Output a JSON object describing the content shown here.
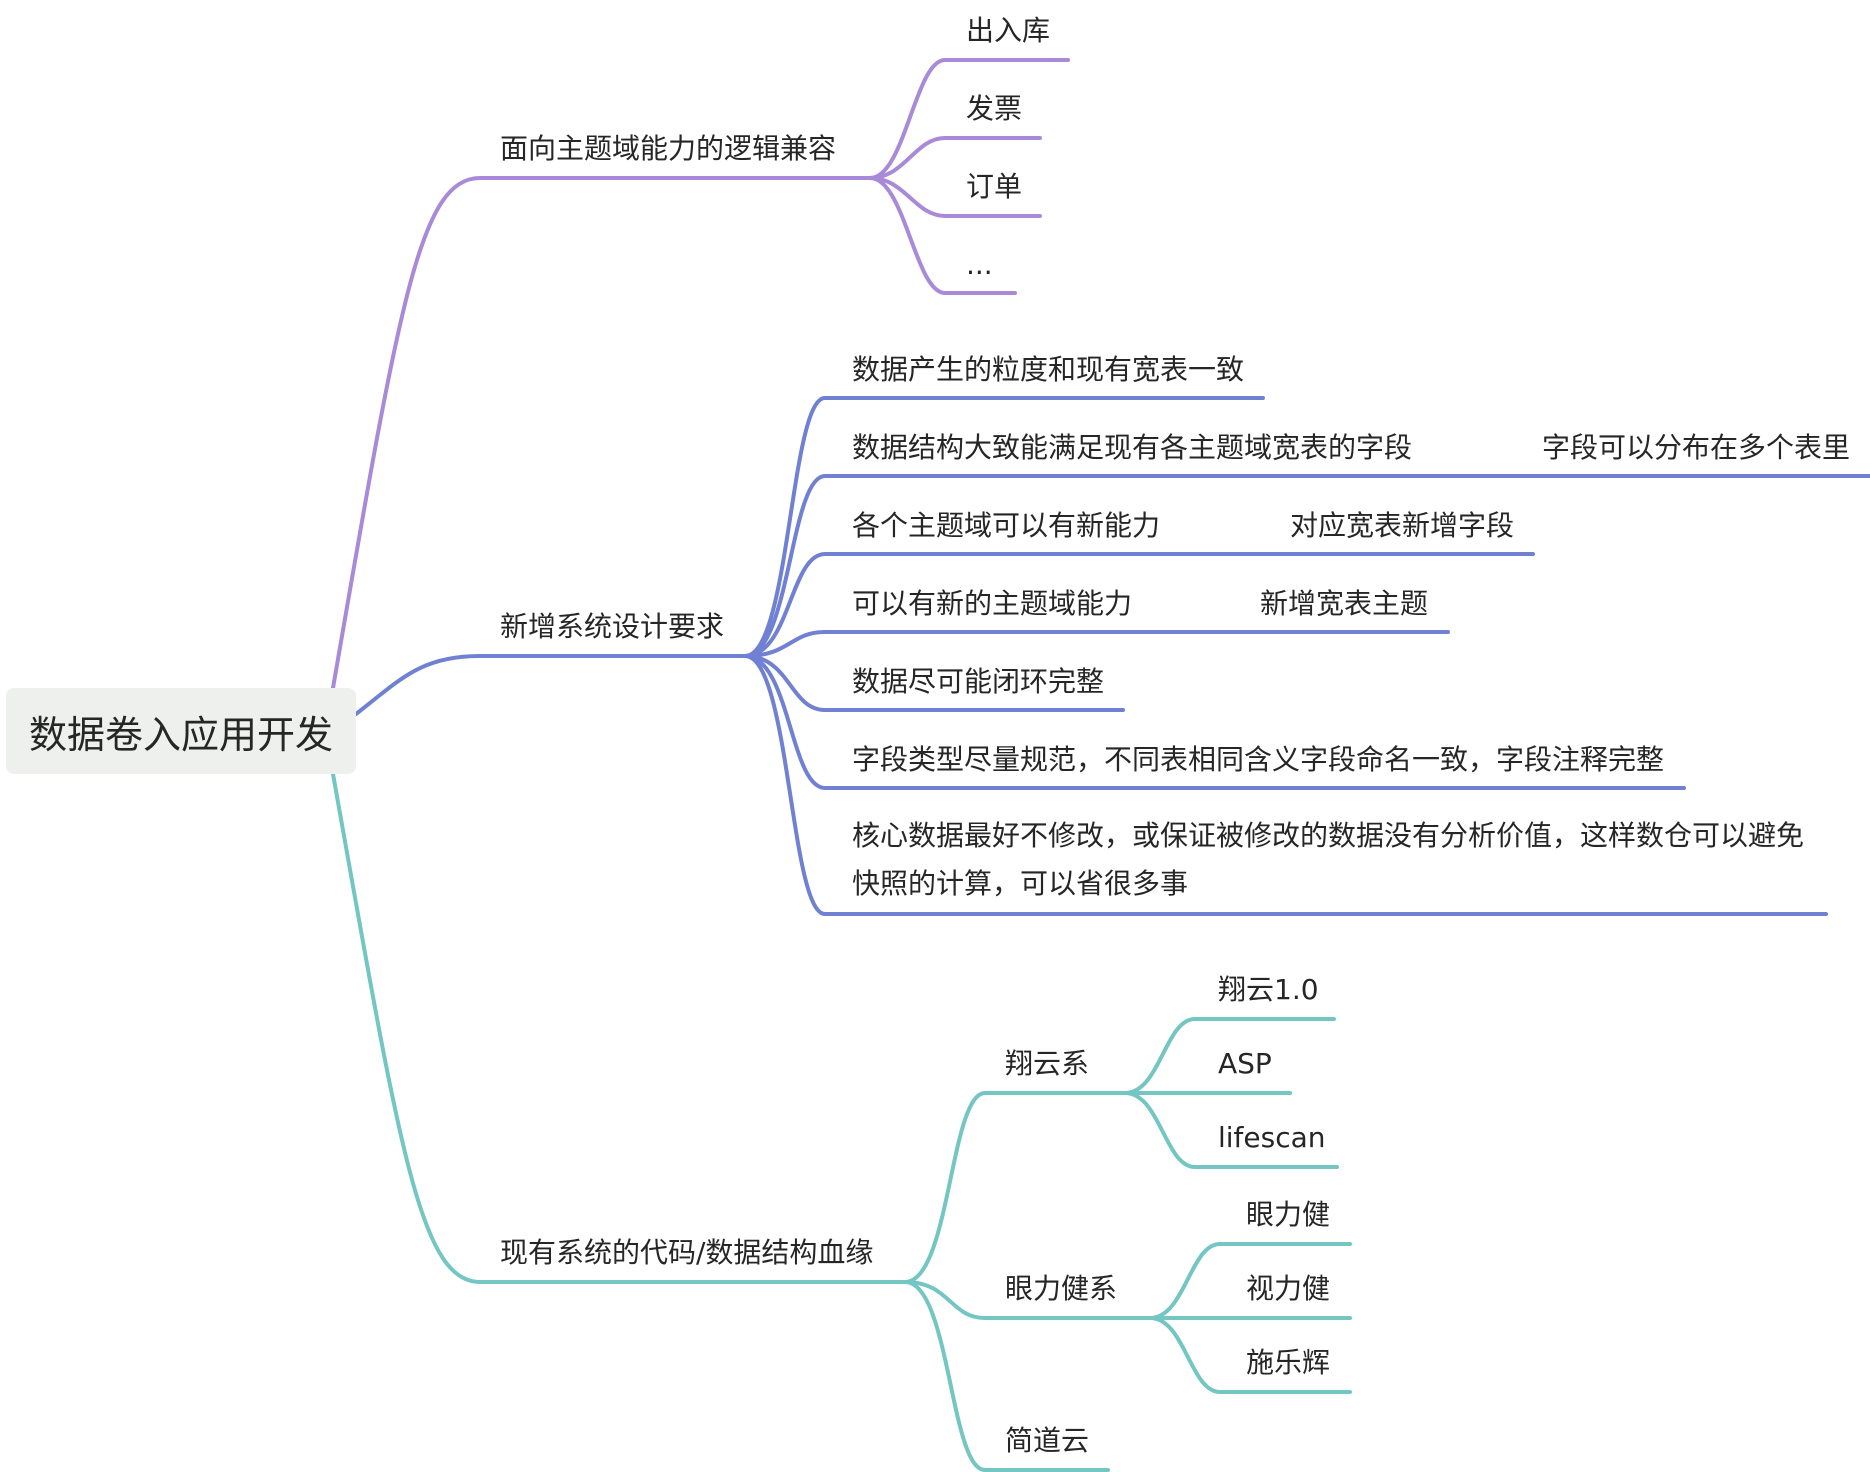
{
  "root": "数据卷入应用开发",
  "colors": {
    "purple": "#A98AD8",
    "blue": "#7080D3",
    "teal": "#74C6C2"
  },
  "branches": {
    "b1": {
      "label": "面向主题域能力的逻辑兼容",
      "children": [
        "出入库",
        "发票",
        "订单",
        "..."
      ]
    },
    "b2": {
      "label": "新增系统设计要求",
      "children": [
        {
          "label": "数据产生的粒度和现有宽表一致"
        },
        {
          "label": "数据结构大致能满足现有各主题域宽表的字段",
          "child": "字段可以分布在多个表里"
        },
        {
          "label": "各个主题域可以有新能力",
          "child": "对应宽表新增字段"
        },
        {
          "label": "可以有新的主题域能力",
          "child": "新增宽表主题"
        },
        {
          "label": "数据尽可能闭环完整"
        },
        {
          "label": "字段类型尽量规范，不同表相同含义字段命名一致，字段注释完整"
        },
        {
          "label": "核心数据最好不修改，或保证被修改的数据没有分析价值，这样数仓可以避免快照的计算，可以省很多事"
        }
      ]
    },
    "b3": {
      "label": "现有系统的代码/数据结构血缘",
      "children": [
        {
          "label": "翔云系",
          "children": [
            "翔云1.0",
            "ASP",
            "lifescan"
          ]
        },
        {
          "label": "眼力健系",
          "children": [
            "眼力健",
            "视力健",
            "施乐辉"
          ]
        },
        {
          "label": "简道云"
        }
      ]
    }
  }
}
